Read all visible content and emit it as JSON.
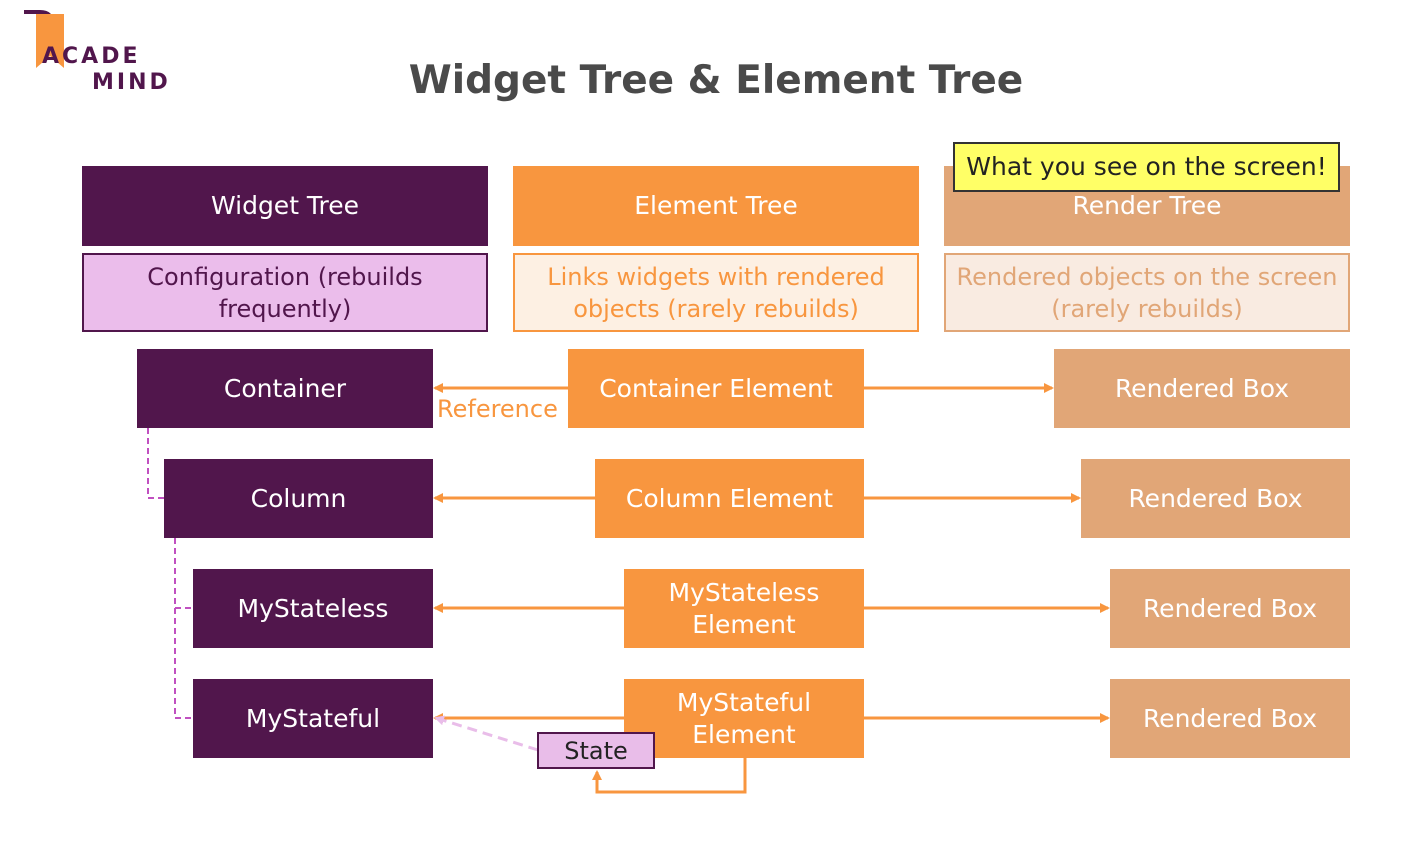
{
  "logo": {
    "line1": "ACADE",
    "line2": "MIND"
  },
  "title": "Widget Tree & Element Tree",
  "callout": "What you see on the screen!",
  "headers": {
    "widget": "Widget Tree",
    "element": "Element Tree",
    "render": "Render Tree"
  },
  "descriptions": {
    "widget": "Configuration (rebuilds frequently)",
    "element": "Links widgets with rendered objects (rarely rebuilds)",
    "render": "Rendered objects on the screen (rarely rebuilds)"
  },
  "widgets": [
    "Container",
    "Column",
    "MyStateless",
    "MyStateful"
  ],
  "elements": [
    "Container Element",
    "Column Element",
    "MyStateless Element",
    "MyStateful Element"
  ],
  "renders": [
    "Rendered Box",
    "Rendered Box",
    "Rendered Box",
    "Rendered Box"
  ],
  "labels": {
    "reference": "Reference",
    "state": "State"
  },
  "colors": {
    "purple": "#51164c",
    "orange": "#f8963f",
    "tan": "#e1a677",
    "callout": "#ffff66",
    "state_fill": "#e9bde9",
    "widget_desc_fill": "#ebbdeb",
    "element_desc_fill": "#fdf0e3",
    "render_desc_fill": "#f9ebe1"
  }
}
